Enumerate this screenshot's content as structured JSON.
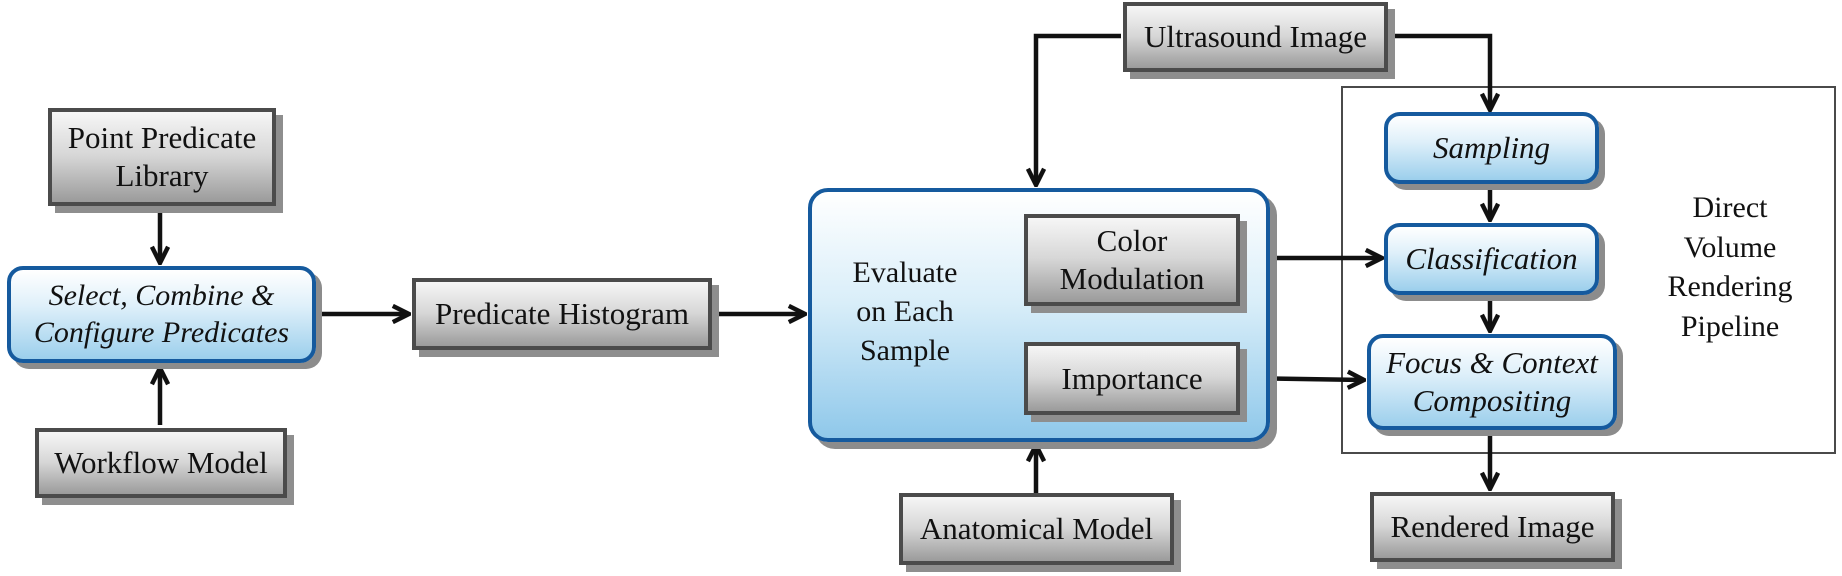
{
  "diagram": {
    "nodes": {
      "point_predicate_library": "Point Predicate\nLibrary",
      "select_combine_configure": "Select, Combine &\nConfigure Predicates",
      "workflow_model": "Workflow Model",
      "predicate_histogram": "Predicate Histogram",
      "ultrasound_image": "Ultrasound Image",
      "evaluate_on_each_sample": "Evaluate\non Each\nSample",
      "color_modulation": "Color\nModulation",
      "importance": "Importance",
      "anatomical_model": "Anatomical Model",
      "sampling": "Sampling",
      "classification": "Classification",
      "focus_context_compositing": "Focus & Context\nCompositing",
      "rendered_image": "Rendered Image",
      "pipeline_label": "Direct\nVolume\nRendering\nPipeline"
    }
  }
}
